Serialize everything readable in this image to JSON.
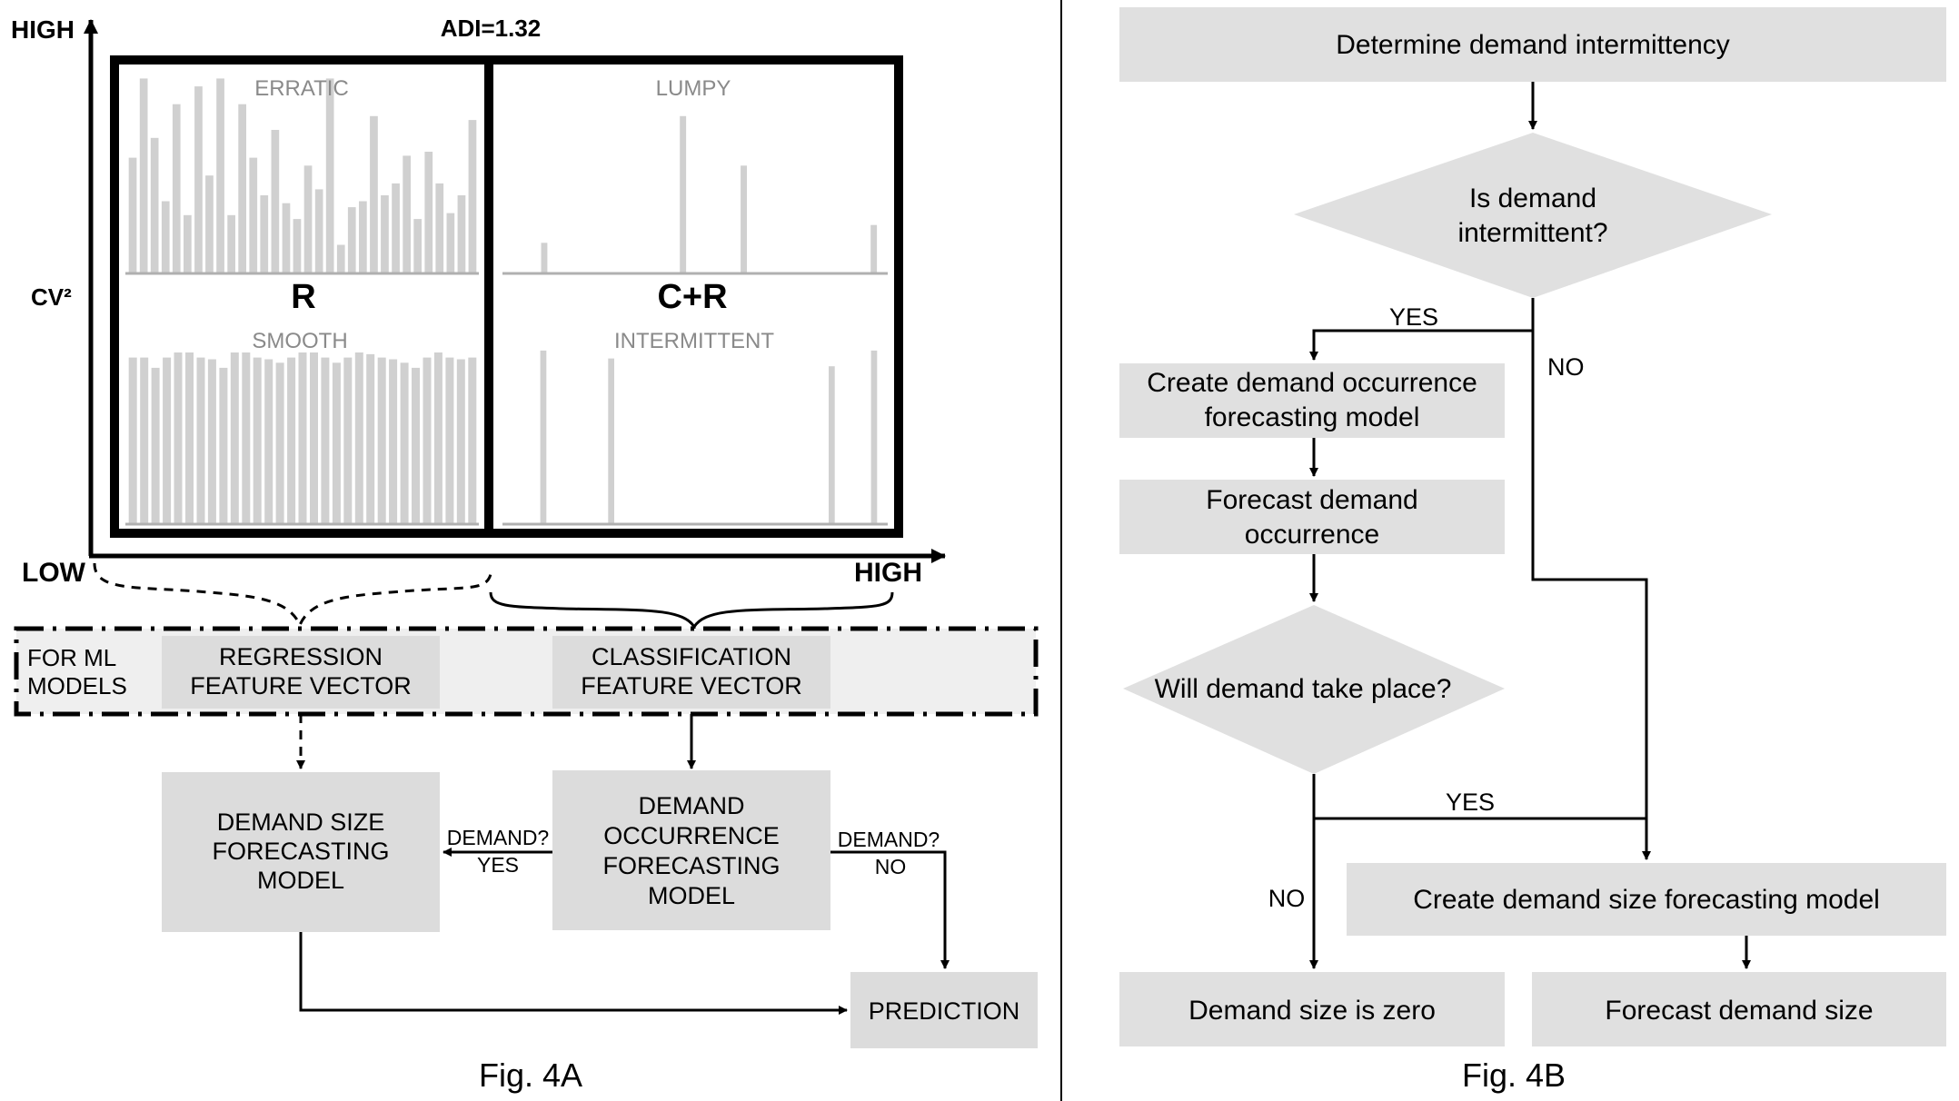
{
  "fig4a": {
    "y_axis_high": "HIGH",
    "y_axis_label": "CV²",
    "x_axis_low": "LOW",
    "x_axis_high": "HIGH",
    "adi_label": "ADI=1.32",
    "quadrants": {
      "erratic": "ERRATIC",
      "lumpy": "LUMPY",
      "smooth": "SMOOTH",
      "intermittent": "INTERMITTENT",
      "left_tag": "R",
      "right_tag": "C+R"
    },
    "bars": {
      "erratic": [
        0.58,
        0.98,
        0.68,
        0.36,
        0.85,
        0.29,
        0.94,
        0.49,
        0.98,
        0.29,
        0.85,
        0.58,
        0.39,
        0.72,
        0.35,
        0.27,
        0.54,
        0.42,
        0.98,
        0.14,
        0.33,
        0.36,
        0.79,
        0.39,
        0.45,
        0.59,
        0.27,
        0.61,
        0.45,
        0.3,
        0.39,
        0.77
      ],
      "lumpy": [
        0,
        0,
        0,
        0,
        0.15,
        0,
        0,
        0,
        0,
        0,
        0,
        0,
        0,
        0,
        0,
        0,
        0,
        0,
        0,
        0,
        0.79,
        0,
        0,
        0,
        0,
        0,
        0,
        0.54,
        0,
        0,
        0,
        0,
        0,
        0,
        0,
        0,
        0,
        0,
        0,
        0,
        0,
        0,
        0.24,
        0
      ],
      "smooth": [
        0.97,
        0.97,
        0.91,
        0.97,
        1.0,
        1.0,
        0.97,
        0.96,
        0.91,
        1.0,
        1.0,
        0.97,
        0.96,
        0.94,
        0.97,
        1.0,
        1.0,
        0.97,
        0.94,
        0.97,
        1.0,
        0.99,
        0.97,
        0.96,
        0.94,
        0.91,
        0.97,
        1.0,
        0.97,
        0.96,
        0.97
      ],
      "intermittent": [
        0,
        0,
        0,
        0,
        0.88,
        0,
        0,
        0,
        0,
        0,
        0,
        0,
        0.84,
        0,
        0,
        0,
        0,
        0,
        0,
        0,
        0,
        0,
        0,
        0,
        0,
        0,
        0,
        0,
        0,
        0,
        0,
        0,
        0,
        0,
        0,
        0,
        0,
        0,
        0.8,
        0,
        0,
        0,
        0,
        0.88,
        0
      ]
    },
    "ml_label": [
      "FOR ML",
      "MODELS"
    ],
    "regression_box": [
      "REGRESSION",
      "FEATURE VECTOR"
    ],
    "classification_box": [
      "CLASSIFICATION",
      "FEATURE VECTOR"
    ],
    "size_model": [
      "DEMAND SIZE",
      "FORECASTING",
      "MODEL"
    ],
    "occurrence_model": [
      "DEMAND",
      "OCCURRENCE",
      "FORECASTING",
      "MODEL"
    ],
    "demand_yes": [
      "DEMAND?",
      "YES"
    ],
    "demand_no": [
      "DEMAND?",
      "NO"
    ],
    "prediction": "PREDICTION",
    "caption": "Fig. 4A"
  },
  "fig4b": {
    "determine": "Determine demand intermittency",
    "is_intermittent": [
      "Is demand",
      "intermittent?"
    ],
    "yes1": "YES",
    "no1": "NO",
    "create_occurrence": [
      "Create demand occurrence",
      "forecasting model"
    ],
    "forecast_occurrence": [
      "Forecast demand",
      "occurrence"
    ],
    "will_take_place": "Will demand take place?",
    "yes2": "YES",
    "no2": "NO",
    "create_size": "Create demand size forecasting model",
    "size_zero": "Demand size is zero",
    "forecast_size": "Forecast demand size",
    "caption": "Fig. 4B"
  },
  "colors": {
    "box_fill": "#e0e0e0",
    "band_fill": "#efefef",
    "bar_fill": "#d0d0d0",
    "muted_text": "#8a8a8a",
    "ink": "#000000"
  }
}
